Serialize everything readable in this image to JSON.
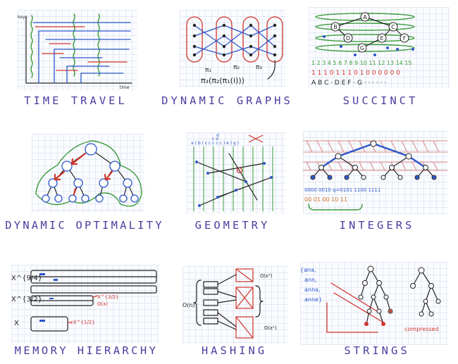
{
  "tiles": [
    {
      "id": "time-travel",
      "caption": "TIME TRAVEL",
      "labels": {
        "y_axis": "keys",
        "x_axis": "time"
      }
    },
    {
      "id": "dynamic-graphs",
      "caption": "DYNAMIC GRAPHS",
      "labels": {
        "pi1": "π₁",
        "pi2": "π₂",
        "pi3": "π₃",
        "formula": "π₃(π₂(π₁(i)))"
      }
    },
    {
      "id": "succinct",
      "caption": "SUCCINCT",
      "labels": {
        "nodes": [
          "A",
          "B",
          "C",
          "D",
          "E",
          "F",
          "G"
        ],
        "index_row": "1 2 3 4 5 6 7 8 9 10 11 12 13 14 15",
        "bit_row": "1 1 1 0 1 1 1 0 1 0 0 0 0 0 0",
        "letter_row": "A B C · D E F · G · · · · · ·"
      }
    },
    {
      "id": "dynamic-optimality",
      "caption": "DYNAMIC OPTIMALITY"
    },
    {
      "id": "geometry",
      "caption": "GEOMETRY"
    },
    {
      "id": "integers",
      "caption": "INTEGERS",
      "labels": {
        "codes": "0000 0010 q=0101 1100 1111",
        "prefix": "00 01 00 10 11"
      }
    },
    {
      "id": "memory-hierarchy",
      "caption": "MEMORY HIERARCHY",
      "labels": {
        "levels": [
          "X^{9/4}",
          "X^{3/2}",
          "X"
        ],
        "annotations": [
          "X^{3/2}",
          "O(x)",
          "εX^{1/2}"
        ]
      }
    },
    {
      "id": "hashing",
      "caption": "HASHING",
      "labels": {
        "left": "O(n)",
        "right_top": "O(ε²)",
        "right_bottom": "O(ε²)"
      }
    },
    {
      "id": "strings",
      "caption": "STRINGS",
      "labels": {
        "words": [
          "{ana,",
          "ann,",
          "anna,",
          "anne}"
        ],
        "compressed": "compressed"
      }
    }
  ]
}
